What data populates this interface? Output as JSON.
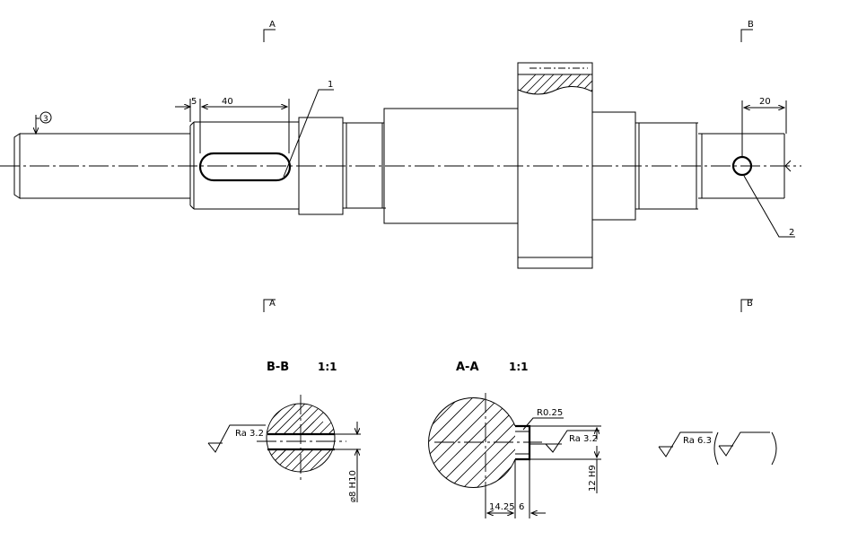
{
  "colors": {
    "line": "#000000",
    "background": "#ffffff"
  },
  "section_markers": {
    "a_top": "A",
    "b_top": "B",
    "a_bottom": "A",
    "b_bottom": "B"
  },
  "main_view": {
    "dimensions": {
      "dim_5": "5",
      "dim_40": "40",
      "dim_20": "20"
    },
    "callouts": {
      "callout_1": "1",
      "callout_2": "2",
      "callout_3": "3"
    }
  },
  "section_bb": {
    "title": "B-B",
    "scale": "1:1",
    "roughness": "Ra 3.2",
    "hole_dim": "⌀8 H10"
  },
  "section_aa": {
    "title": "A-A",
    "scale": "1:1",
    "radius": "R0.25",
    "roughness": "Ra 3.2",
    "keyway_width": "12 H9",
    "depth_dim": "14.25",
    "width_dim": "6"
  },
  "general_roughness": {
    "label": "Ra 6.3"
  }
}
